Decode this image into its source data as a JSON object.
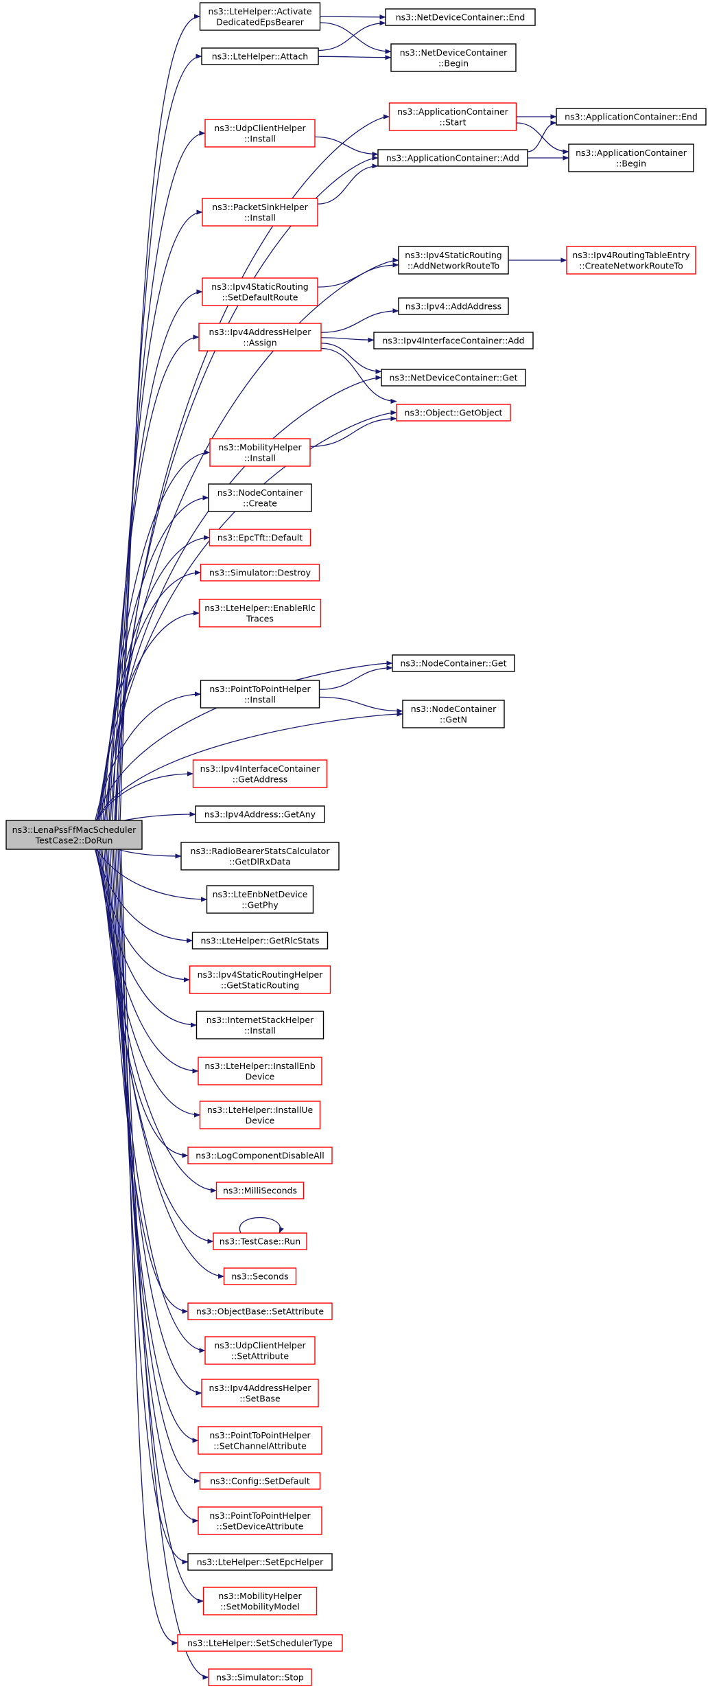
{
  "colors": {
    "edge": "#191970",
    "border_black": "#000000",
    "border_red": "#ff0000",
    "root_fill": "#bfbfbf",
    "node_fill": "#ffffff"
  },
  "nodes": [
    {
      "id": "root",
      "lines": [
        "ns3::LenaPssFfMacScheduler",
        "TestCase2::DoRun"
      ],
      "border": "black",
      "fill": "gray"
    },
    {
      "id": "activate",
      "lines": [
        "ns3::LteHelper::Activate",
        "DedicatedEpsBearer"
      ],
      "border": "black"
    },
    {
      "id": "ndc_end",
      "lines": [
        "ns3::NetDeviceContainer::End"
      ],
      "border": "black"
    },
    {
      "id": "attach",
      "lines": [
        "ns3::LteHelper::Attach"
      ],
      "border": "black"
    },
    {
      "id": "ndc_begin",
      "lines": [
        "ns3::NetDeviceContainer",
        "::Begin"
      ],
      "border": "black"
    },
    {
      "id": "ac_start",
      "lines": [
        "ns3::ApplicationContainer",
        "::Start"
      ],
      "border": "red"
    },
    {
      "id": "ac_end",
      "lines": [
        "ns3::ApplicationContainer::End"
      ],
      "border": "black"
    },
    {
      "id": "udp_install",
      "lines": [
        "ns3::UdpClientHelper",
        "::Install"
      ],
      "border": "red"
    },
    {
      "id": "ac_add",
      "lines": [
        "ns3::ApplicationContainer::Add"
      ],
      "border": "black"
    },
    {
      "id": "ac_begin",
      "lines": [
        "ns3::ApplicationContainer",
        "::Begin"
      ],
      "border": "black"
    },
    {
      "id": "pktsink",
      "lines": [
        "ns3::PacketSinkHelper",
        "::Install"
      ],
      "border": "red"
    },
    {
      "id": "addnetroute",
      "lines": [
        "ns3::Ipv4StaticRouting",
        "::AddNetworkRouteTo"
      ],
      "border": "black"
    },
    {
      "id": "rte_create",
      "lines": [
        "ns3::Ipv4RoutingTableEntry",
        "::CreateNetworkRouteTo"
      ],
      "border": "red"
    },
    {
      "id": "setdefroute",
      "lines": [
        "ns3::Ipv4StaticRouting",
        "::SetDefaultRoute"
      ],
      "border": "red"
    },
    {
      "id": "ipv4_addaddr",
      "lines": [
        "ns3::Ipv4::AddAddress"
      ],
      "border": "black"
    },
    {
      "id": "assign",
      "lines": [
        "ns3::Ipv4AddressHelper",
        "::Assign"
      ],
      "border": "red"
    },
    {
      "id": "ic_add",
      "lines": [
        "ns3::Ipv4InterfaceContainer::Add"
      ],
      "border": "black"
    },
    {
      "id": "ndc_get",
      "lines": [
        "ns3::NetDeviceContainer::Get"
      ],
      "border": "black"
    },
    {
      "id": "getobject",
      "lines": [
        "ns3::Object::GetObject"
      ],
      "border": "red"
    },
    {
      "id": "mob_install",
      "lines": [
        "ns3::MobilityHelper",
        "::Install"
      ],
      "border": "red"
    },
    {
      "id": "nc_create",
      "lines": [
        "ns3::NodeContainer",
        "::Create"
      ],
      "border": "black"
    },
    {
      "id": "epctft",
      "lines": [
        "ns3::EpcTft::Default"
      ],
      "border": "red"
    },
    {
      "id": "sim_destroy",
      "lines": [
        "ns3::Simulator::Destroy"
      ],
      "border": "red"
    },
    {
      "id": "enablerlc",
      "lines": [
        "ns3::LteHelper::EnableRlc",
        "Traces"
      ],
      "border": "red"
    },
    {
      "id": "nc_get",
      "lines": [
        "ns3::NodeContainer::Get"
      ],
      "border": "black"
    },
    {
      "id": "p2p_install",
      "lines": [
        "ns3::PointToPointHelper",
        "::Install"
      ],
      "border": "black"
    },
    {
      "id": "nc_getn",
      "lines": [
        "ns3::NodeContainer",
        "::GetN"
      ],
      "border": "black"
    },
    {
      "id": "ic_getaddr",
      "lines": [
        "ns3::Ipv4InterfaceContainer",
        "::GetAddress"
      ],
      "border": "red"
    },
    {
      "id": "getany",
      "lines": [
        "ns3::Ipv4Address::GetAny"
      ],
      "border": "black"
    },
    {
      "id": "getdlrx",
      "lines": [
        "ns3::RadioBearerStatsCalculator",
        "::GetDlRxData"
      ],
      "border": "black"
    },
    {
      "id": "getphy",
      "lines": [
        "ns3::LteEnbNetDevice",
        "::GetPhy"
      ],
      "border": "black"
    },
    {
      "id": "getrlcstats",
      "lines": [
        "ns3::LteHelper::GetRlcStats"
      ],
      "border": "black"
    },
    {
      "id": "getstaticrouting",
      "lines": [
        "ns3::Ipv4StaticRoutingHelper",
        "::GetStaticRouting"
      ],
      "border": "red"
    },
    {
      "id": "ish_install",
      "lines": [
        "ns3::InternetStackHelper",
        "::Install"
      ],
      "border": "black"
    },
    {
      "id": "installenb",
      "lines": [
        "ns3::LteHelper::InstallEnb",
        "Device"
      ],
      "border": "red"
    },
    {
      "id": "installue",
      "lines": [
        "ns3::LteHelper::InstallUe",
        "Device"
      ],
      "border": "red"
    },
    {
      "id": "logdisable",
      "lines": [
        "ns3::LogComponentDisableAll"
      ],
      "border": "red"
    },
    {
      "id": "millis",
      "lines": [
        "ns3::MilliSeconds"
      ],
      "border": "red"
    },
    {
      "id": "tc_run",
      "lines": [
        "ns3::TestCase::Run"
      ],
      "border": "red"
    },
    {
      "id": "seconds",
      "lines": [
        "ns3::Seconds"
      ],
      "border": "red"
    },
    {
      "id": "setattr",
      "lines": [
        "ns3::ObjectBase::SetAttribute"
      ],
      "border": "red"
    },
    {
      "id": "udp_setattr",
      "lines": [
        "ns3::UdpClientHelper",
        "::SetAttribute"
      ],
      "border": "red"
    },
    {
      "id": "setbase",
      "lines": [
        "ns3::Ipv4AddressHelper",
        "::SetBase"
      ],
      "border": "red"
    },
    {
      "id": "p2p_chan",
      "lines": [
        "ns3::PointToPointHelper",
        "::SetChannelAttribute"
      ],
      "border": "red"
    },
    {
      "id": "cfg_setdef",
      "lines": [
        "ns3::Config::SetDefault"
      ],
      "border": "red"
    },
    {
      "id": "p2p_dev",
      "lines": [
        "ns3::PointToPointHelper",
        "::SetDeviceAttribute"
      ],
      "border": "red"
    },
    {
      "id": "setepc",
      "lines": [
        "ns3::LteHelper::SetEpcHelper"
      ],
      "border": "black"
    },
    {
      "id": "setmob",
      "lines": [
        "ns3::MobilityHelper",
        "::SetMobilityModel"
      ],
      "border": "red"
    },
    {
      "id": "setsched",
      "lines": [
        "ns3::LteHelper::SetSchedulerType"
      ],
      "border": "red"
    },
    {
      "id": "sim_stop",
      "lines": [
        "ns3::Simulator::Stop"
      ],
      "border": "red"
    }
  ],
  "edges": [
    [
      "root",
      "activate"
    ],
    [
      "root",
      "attach"
    ],
    [
      "root",
      "ac_start"
    ],
    [
      "root",
      "udp_install"
    ],
    [
      "root",
      "ac_add"
    ],
    [
      "root",
      "pktsink"
    ],
    [
      "root",
      "addnetroute"
    ],
    [
      "root",
      "setdefroute"
    ],
    [
      "root",
      "assign"
    ],
    [
      "root",
      "ndc_get"
    ],
    [
      "root",
      "getobject"
    ],
    [
      "root",
      "mob_install"
    ],
    [
      "root",
      "nc_create"
    ],
    [
      "root",
      "epctft"
    ],
    [
      "root",
      "sim_destroy"
    ],
    [
      "root",
      "enablerlc"
    ],
    [
      "root",
      "nc_get"
    ],
    [
      "root",
      "p2p_install"
    ],
    [
      "root",
      "nc_getn"
    ],
    [
      "root",
      "ic_getaddr"
    ],
    [
      "root",
      "getany"
    ],
    [
      "root",
      "getdlrx"
    ],
    [
      "root",
      "getphy"
    ],
    [
      "root",
      "getrlcstats"
    ],
    [
      "root",
      "getstaticrouting"
    ],
    [
      "root",
      "ish_install"
    ],
    [
      "root",
      "installenb"
    ],
    [
      "root",
      "installue"
    ],
    [
      "root",
      "logdisable"
    ],
    [
      "root",
      "millis"
    ],
    [
      "root",
      "tc_run"
    ],
    [
      "root",
      "seconds"
    ],
    [
      "root",
      "setattr"
    ],
    [
      "root",
      "udp_setattr"
    ],
    [
      "root",
      "setbase"
    ],
    [
      "root",
      "p2p_chan"
    ],
    [
      "root",
      "cfg_setdef"
    ],
    [
      "root",
      "p2p_dev"
    ],
    [
      "root",
      "setepc"
    ],
    [
      "root",
      "setmob"
    ],
    [
      "root",
      "setsched"
    ],
    [
      "root",
      "sim_stop"
    ],
    [
      "activate",
      "ndc_end"
    ],
    [
      "activate",
      "ndc_begin"
    ],
    [
      "attach",
      "ndc_end"
    ],
    [
      "attach",
      "ndc_begin"
    ],
    [
      "ac_start",
      "ac_end"
    ],
    [
      "ac_start",
      "ac_begin"
    ],
    [
      "udp_install",
      "ac_add"
    ],
    [
      "ac_add",
      "ac_end"
    ],
    [
      "ac_add",
      "ac_begin"
    ],
    [
      "pktsink",
      "ac_add"
    ],
    [
      "addnetroute",
      "rte_create"
    ],
    [
      "setdefroute",
      "addnetroute"
    ],
    [
      "assign",
      "ipv4_addaddr"
    ],
    [
      "assign",
      "ic_add"
    ],
    [
      "assign",
      "ndc_get"
    ],
    [
      "assign",
      "getobject"
    ],
    [
      "mob_install",
      "getobject"
    ],
    [
      "p2p_install",
      "nc_get"
    ],
    [
      "p2p_install",
      "nc_getn"
    ],
    [
      "tc_run",
      "tc_run"
    ]
  ]
}
